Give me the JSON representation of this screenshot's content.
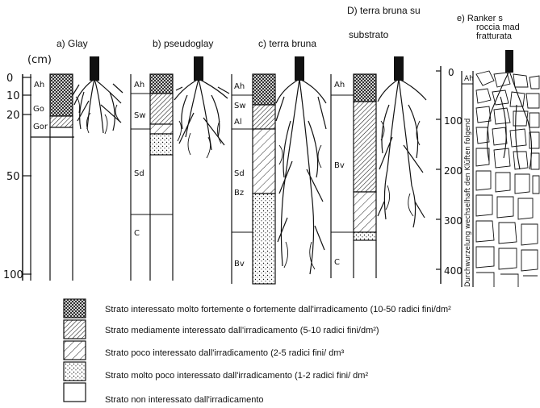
{
  "titles": {
    "a": "a) Glay",
    "b": "b) pseudoglay",
    "c": "c) terra bruna",
    "d_line1": "D)  terra  bruna  su",
    "d_line2": "substrato",
    "e_line1": "e)  Ranker  s",
    "e_line2": "roccia    mad",
    "e_line3": "fratturata"
  },
  "left_axis": {
    "unit": "(cm)",
    "ticks": [
      "0",
      "10",
      "20",
      "50",
      "100"
    ]
  },
  "e_axis": {
    "ticks": [
      "0",
      "100",
      "200",
      "300",
      "400"
    ],
    "vertical_label": "Durchwurzelung wechselhaft den Klüften folgend"
  },
  "horizons": {
    "a": [
      "Ah",
      "Go",
      "Gor"
    ],
    "b": [
      "Ah",
      "Sw",
      "Sd",
      "C"
    ],
    "c": [
      "Ah",
      "Sw",
      "Al",
      "Sd",
      "Bz",
      "Bv"
    ],
    "d": [
      "Ah",
      "Bv",
      "C"
    ],
    "e": [
      "Ah"
    ]
  },
  "legend": [
    {
      "pattern": "cross",
      "text": "Strato interessato molto fortemente o fortemente dall'irradicamento (10-50 radici fini/dm²"
    },
    {
      "pattern": "dense-hatch",
      "text": "Strato mediamente interessato dall'irradicamento (5-10 radici fini/dm²)"
    },
    {
      "pattern": "light-hatch",
      "text": "Strato poco interessato dall'irradicamento (2-5 radici fini/ dm³"
    },
    {
      "pattern": "dots",
      "text": "Strato molto poco interessato dall'irradicamento (1-2 radici fini/ dm²"
    },
    {
      "pattern": "empty",
      "text": "Strato non interessato dall'irradicamento"
    }
  ]
}
